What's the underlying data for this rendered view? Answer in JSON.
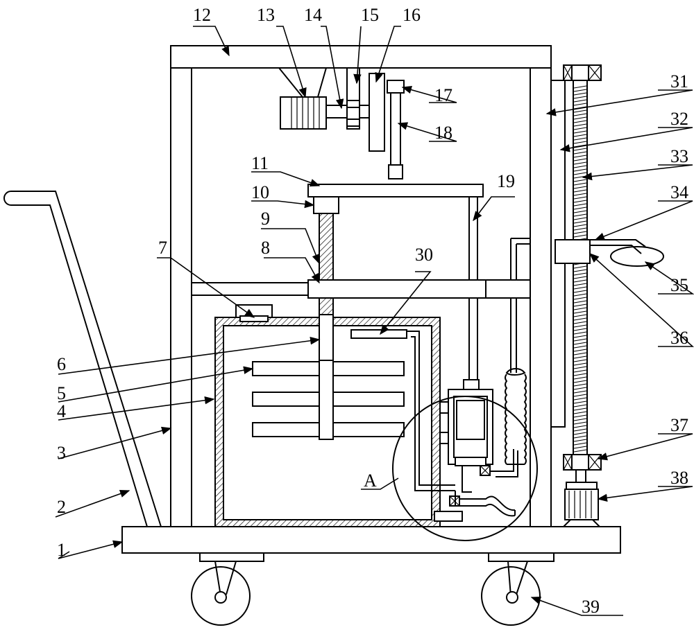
{
  "labels": {
    "p1": "1",
    "p2": "2",
    "p3": "3",
    "p4": "4",
    "p5": "5",
    "p6": "6",
    "p7": "7",
    "p8": "8",
    "p9": "9",
    "p10": "10",
    "p11": "11",
    "p12": "12",
    "p13": "13",
    "p14": "14",
    "p15": "15",
    "p16": "16",
    "p17": "17",
    "p18": "18",
    "p19": "19",
    "p30": "30",
    "p31": "31",
    "p32": "32",
    "p33": "33",
    "p34": "34",
    "p35": "35",
    "p36": "36",
    "p37": "37",
    "p38": "38",
    "p39": "39",
    "detail_a": "A"
  }
}
